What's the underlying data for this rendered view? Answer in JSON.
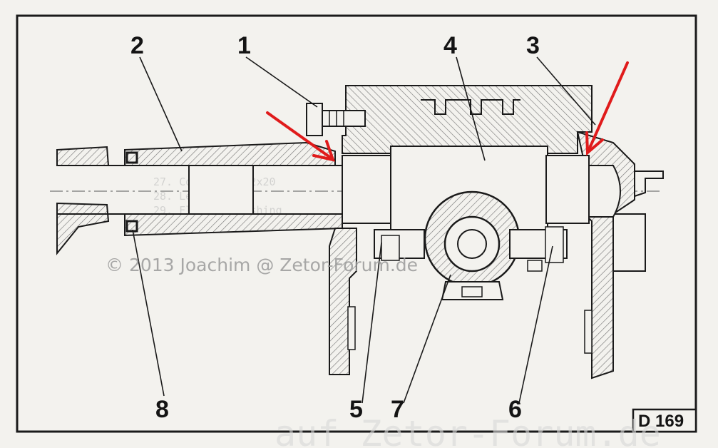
{
  "figure": {
    "code": "D 169",
    "callouts": [
      "1",
      "2",
      "3",
      "4",
      "5",
      "6",
      "7",
      "8"
    ],
    "bleed_through": {
      "numbers": [
        "28",
        "2"
      ],
      "lines": [
        "27. Cotter pin 2x20",
        "28. Lever shaft",
        "29. Flexible bushing"
      ]
    }
  },
  "watermarks": {
    "copyright": "© 2013 Joachim @ Zetor-Forum.de",
    "brand": "auf Zetor-Forum.de"
  },
  "colors": {
    "line": "#1a1a1a",
    "hatch": "#6e6e6e",
    "arrow": "#e01b1b",
    "paper": "#f3f2ee"
  }
}
